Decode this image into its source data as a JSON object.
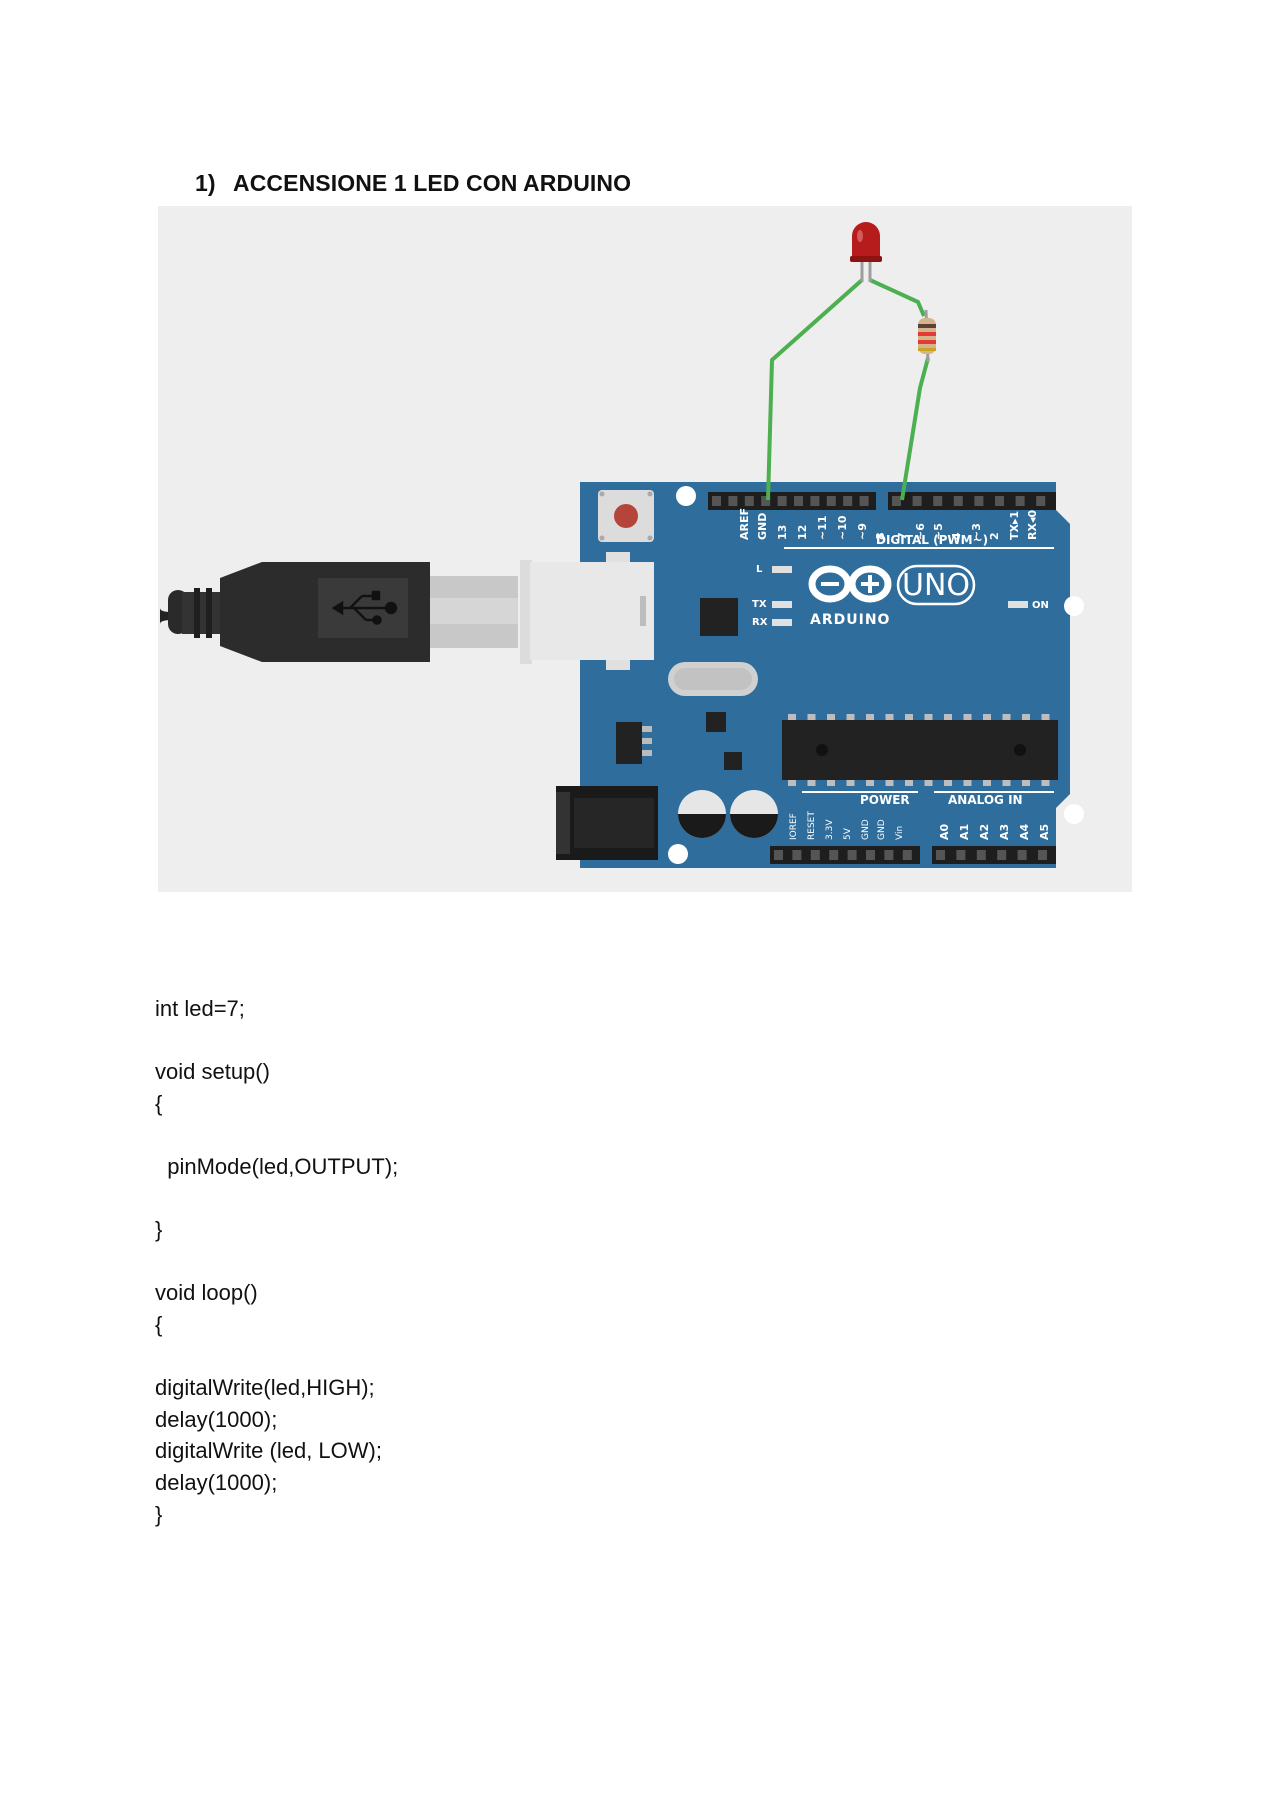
{
  "document": {
    "heading_number": "1)",
    "heading_text": "ACCENSIONE 1 LED CON ARDUINO"
  },
  "board": {
    "logo_text": "ARDUINO",
    "model_text": "UNO",
    "digital_label": "DIGITAL (PWM~)",
    "power_label": "POWER",
    "analog_label": "ANALOG IN",
    "on_label": "ON",
    "l_label": "L",
    "tx_label": "TX",
    "rx_label": "RX",
    "digital_pins": [
      "AREF",
      "GND",
      "13",
      "12",
      "~11",
      "~10",
      "~9",
      "8",
      "7",
      "~6",
      "~5",
      "4",
      "~3",
      "2",
      "TX▸1",
      "RX◂0"
    ],
    "power_pins": [
      "IOREF",
      "RESET",
      "3.3V",
      "5V",
      "GND",
      "GND",
      "Vin"
    ],
    "analog_pins": [
      "A0",
      "A1",
      "A2",
      "A3",
      "A4",
      "A5"
    ]
  },
  "code": {
    "lines": [
      "int led=7;",
      "",
      "void setup()",
      "{",
      "",
      "  pinMode(led,OUTPUT);",
      "",
      "}",
      "",
      "void loop()",
      "{",
      "",
      "digitalWrite(led,HIGH);",
      "delay(1000);",
      "digitalWrite (led, LOW);",
      "delay(1000);",
      "}"
    ]
  },
  "colors": {
    "board": "#2f6d9c",
    "wire": "#4caf50",
    "led": "#b71c1c",
    "figure_bg": "#eeeeee"
  }
}
